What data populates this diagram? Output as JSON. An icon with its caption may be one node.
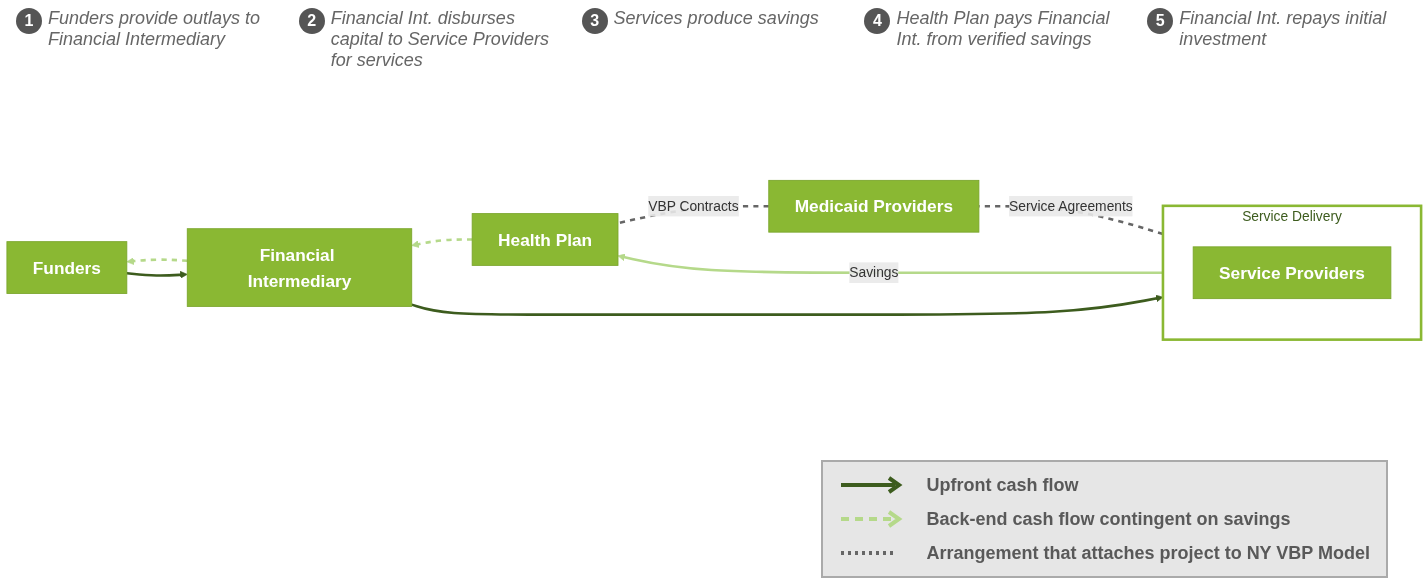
{
  "diagram": {
    "nodes": [
      {
        "text": [
          "Funders"
        ]
      },
      {
        "text": [
          "Financial Intermediary"
        ]
      },
      {
        "text": [
          "Service Delivery"
        ]
      },
      {
        "text": [
          "Service Providers"
        ],
        "in": 2
      },
      {
        "text": [
          "Medicaid Providers"
        ]
      },
      {
        "text": [
          "Health Plan"
        ]
      }
    ],
    "edges": [
      {
        "from": 0,
        "to": 1,
        "arrow": "to",
        "color": "#3d5c1e"
      },
      {
        "from": 1,
        "to": 2,
        "arrow": "to",
        "color": "#3d5c1e"
      },
      {
        "from": 2,
        "to": 5,
        "arrow": "to",
        "label": "Savings",
        "color": "#b5d98a"
      },
      {
        "from": 2,
        "to": 4,
        "arrow": "none",
        "label": "Service Agreements",
        "style": "dashed",
        "color": "#666666"
      },
      {
        "from": 4,
        "to": 5,
        "arrow": "none",
        "label": "VBP Contracts",
        "style": "dashed",
        "color": "#666666"
      },
      {
        "from": 5,
        "to": 1,
        "arrow": "to",
        "style": "dashed",
        "color": "#b5d98a"
      },
      {
        "from": 1,
        "to": 0,
        "arrow": "to",
        "style": "dashed",
        "color": "#b5d98a"
      }
    ],
    "labels": [
      "1",
      "Funders provide outlays to Financial Intermediary",
      "2",
      "Financial Int. disburses capital to Service Providers for services",
      "3",
      "Services produce savings",
      "4",
      "Health Plan pays Financial Int. from verified savings",
      "5",
      "Financial Int. repays initial investment"
    ],
    "legend": [
      {
        "text": "Upfront cash flow"
      },
      {
        "text": "Back-end cash flow contingent on savings"
      },
      {
        "text": "Arrangement that attaches project to NY VBP Model"
      }
    ]
  }
}
